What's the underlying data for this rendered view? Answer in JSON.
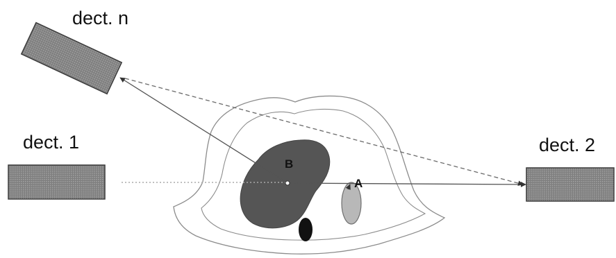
{
  "labels": {
    "detector_n": "dect. n",
    "detector_1": "dect. 1",
    "detector_2": "dect. 2",
    "point_a": "A",
    "point_b": "B"
  },
  "colors": {
    "detector_fill": "#8a8a8a",
    "detector_border": "#3a3a3a",
    "organ_dark": "#555555",
    "organ_light": "#b8b8b8",
    "organ_black": "#111111",
    "body_outline": "#8c8c8c",
    "ray": "#555555"
  }
}
